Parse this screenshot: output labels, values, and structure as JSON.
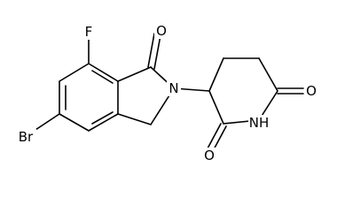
{
  "molecule": {
    "atoms": {
      "fluorine": "F",
      "carbonyl_oxygen_lactam": "O",
      "ring_nitrogen": "N",
      "bromine": "Br",
      "imide_nitrogen": "NH",
      "imide_oxygen_right": "O",
      "imide_oxygen_bottom": "O"
    }
  }
}
